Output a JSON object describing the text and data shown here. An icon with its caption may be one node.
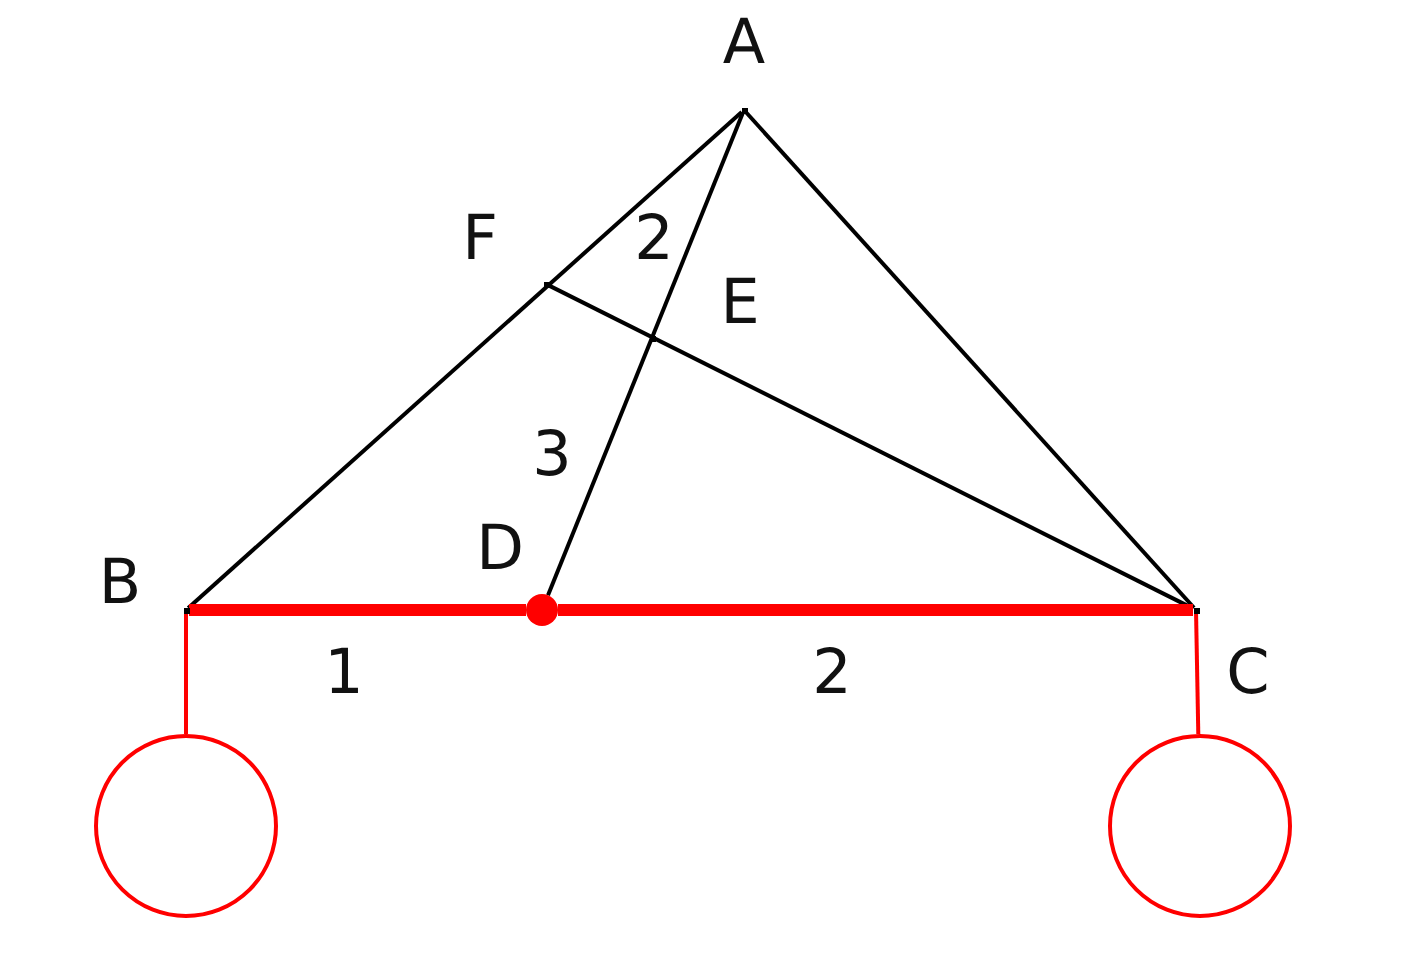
{
  "diagram": {
    "nodes": [
      {
        "text": [],
        "shape": "point",
        "beside": [
          "A"
        ]
      },
      {
        "text": [],
        "shape": "point",
        "beside": [
          "F"
        ]
      },
      {
        "text": [],
        "shape": "point",
        "beside": [
          "E"
        ]
      },
      {
        "text": [],
        "shape": "point",
        "beside": [
          "B"
        ]
      },
      {
        "text": [],
        "shape": "dot",
        "beside": [
          "D"
        ]
      },
      {
        "text": [],
        "shape": "point",
        "beside": [
          "C"
        ]
      },
      {
        "text": [],
        "shape": "circle"
      },
      {
        "text": [],
        "shape": "circle"
      }
    ],
    "edges": [
      {
        "from": 0,
        "to": 3,
        "arrow": "none"
      },
      {
        "from": 0,
        "to": 5,
        "arrow": "none"
      },
      {
        "from": 0,
        "to": 4,
        "arrow": "none"
      },
      {
        "from": 5,
        "to": 1,
        "arrow": "none"
      },
      {
        "from": 3,
        "to": 4,
        "arrow": "none",
        "style": "thick",
        "color": "#ff0000"
      },
      {
        "from": 4,
        "to": 5,
        "arrow": "none",
        "style": "thick",
        "color": "#ff0000"
      },
      {
        "from": 3,
        "to": 6,
        "arrow": "none",
        "color": "#ff0000"
      },
      {
        "from": 5,
        "to": 7,
        "arrow": "none",
        "color": "#ff0000"
      }
    ],
    "labels": [
      "2",
      "3",
      "1",
      "2"
    ]
  }
}
